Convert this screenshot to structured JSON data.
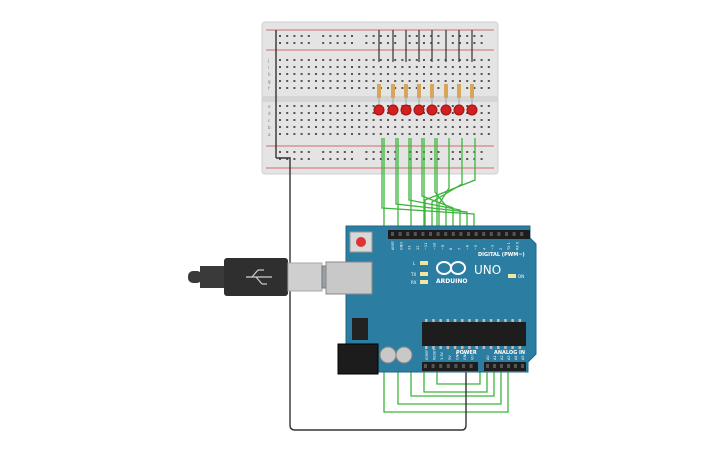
{
  "breadboard": {
    "row_letters_top": [
      "j",
      "i",
      "h",
      "g",
      "f"
    ],
    "row_letters_bottom": [
      "e",
      "d",
      "c",
      "b",
      "a"
    ],
    "column_count": 30
  },
  "leds": {
    "count": 8,
    "color": "#d21f1f",
    "resistor_color": "#d8a55a"
  },
  "arduino": {
    "brand": "ARDUINO",
    "model": "UNO",
    "digital_label": "DIGITAL (PWM~)",
    "power_label": "POWER",
    "analog_label": "ANALOG IN",
    "on_label": "ON",
    "led_labels": [
      "L",
      "TX",
      "RX"
    ],
    "digital_pins": [
      "AREF",
      "GND",
      "13",
      "12",
      "~11",
      "~10",
      "~9",
      "8",
      "7",
      "~6",
      "~5",
      "4",
      "~3",
      "2",
      "TX 1",
      "RX 0"
    ],
    "power_pins": [
      "IOREF",
      "RESET",
      "3.3V",
      "5V",
      "GND",
      "GND",
      "Vin"
    ],
    "analog_pins": [
      "A0",
      "A1",
      "A2",
      "A3",
      "A4",
      "A5"
    ],
    "board_color": "#2b7ea1"
  },
  "usb_cable": {
    "color": "#3a3a3a"
  },
  "colors": {
    "wire_green": "#3db53d",
    "wire_black": "#333333",
    "breadboard": "#e6e6e6"
  }
}
